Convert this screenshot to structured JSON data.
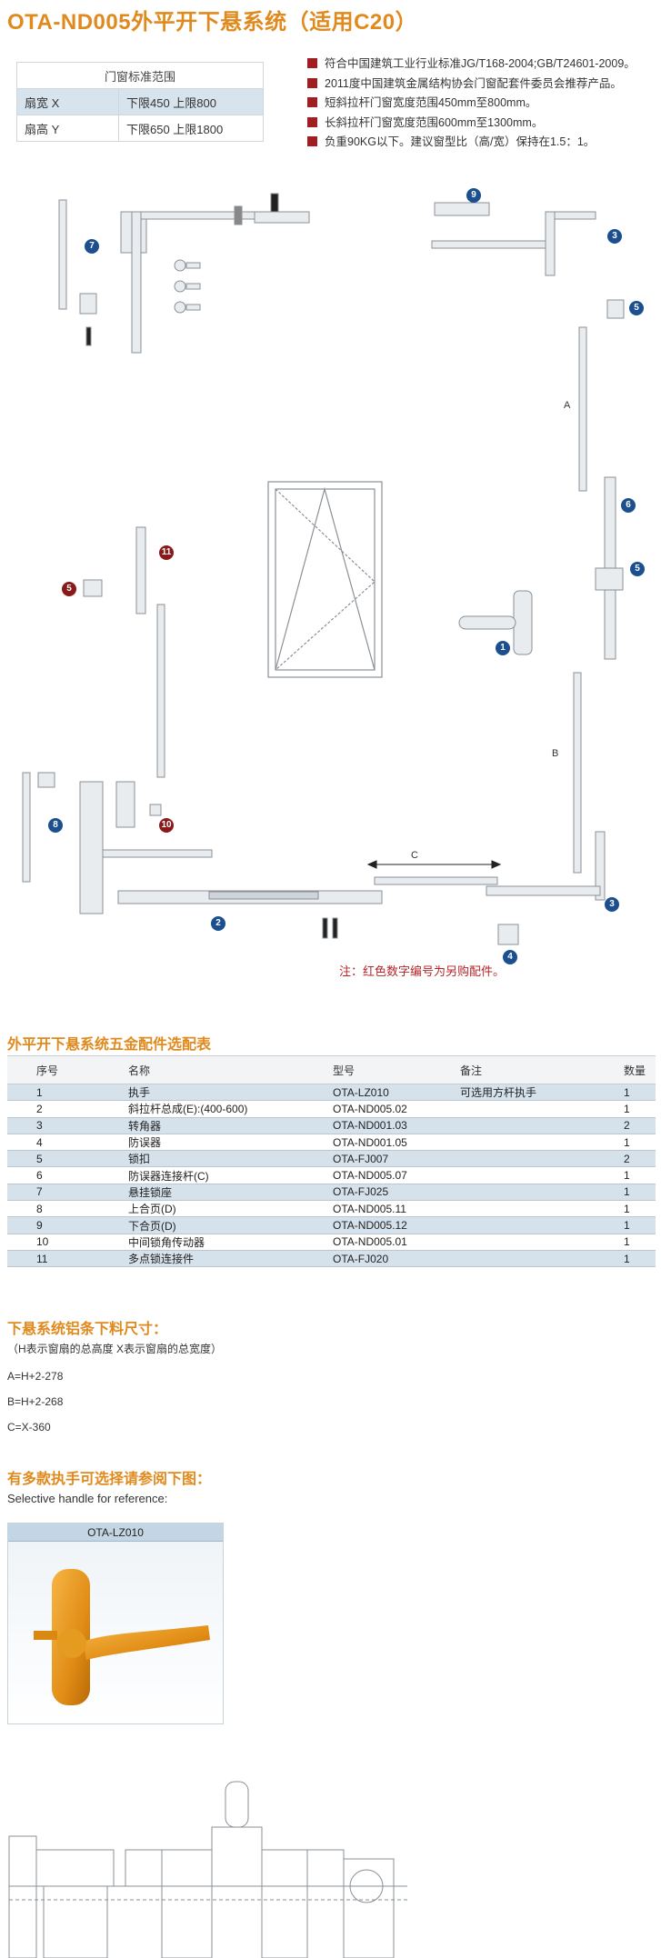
{
  "title": "OTA-ND005外平开下悬系统（适用C20）",
  "range_table": {
    "caption": "门窗标准范围",
    "rows": [
      {
        "label": "扇宽 X",
        "value": "下限450  上限800"
      },
      {
        "label": "扇高 Y",
        "value": "下限650  上限1800"
      }
    ]
  },
  "notes": [
    "符合中国建筑工业行业标准JG/T168-2004;GB/T24601-2009。",
    "2011度中国建筑金属结构协会门窗配套件委员会推荐产品。",
    "短斜拉杆门窗宽度范围450mm至800mm。",
    "长斜拉杆门窗宽度范围600mm至1300mm。",
    "负重90KG以下。建议窗型比（高/宽）保持在1.5：1。"
  ],
  "colors": {
    "accent": "#e08a1e",
    "badge_blue": "#1b4f8f",
    "badge_red": "#8a1a1a",
    "note_red": "#b3262a"
  },
  "diagram": {
    "badges": [
      "1",
      "2",
      "3",
      "3",
      "4",
      "5",
      "5",
      "6",
      "7",
      "8",
      "9",
      "10",
      "11",
      "5"
    ],
    "dim_labels": {
      "a": "A",
      "b": "B",
      "c": "C"
    },
    "note": "注：红色数字编号为另购配件。"
  },
  "parts_section": {
    "title": "外平开下悬系统五金配件选配表",
    "headers": [
      "序号",
      "名称",
      "型号",
      "备注",
      "数量"
    ],
    "rows": [
      [
        "1",
        "执手",
        "OTA-LZ010",
        "可选用方杆执手",
        "1"
      ],
      [
        "2",
        "斜拉杆总成(E):(400-600)",
        "OTA-ND005.02",
        "",
        "1"
      ],
      [
        "3",
        "转角器",
        "OTA-ND001.03",
        "",
        "2"
      ],
      [
        "4",
        "防误器",
        "OTA-ND001.05",
        "",
        "1"
      ],
      [
        "5",
        "锁扣",
        "OTA-FJ007",
        "",
        "2"
      ],
      [
        "6",
        "防误器连接杆(C)",
        "OTA-ND005.07",
        "",
        "1"
      ],
      [
        "7",
        "悬挂锁座",
        "OTA-FJ025",
        "",
        "1"
      ],
      [
        "8",
        "上合页(D)",
        "OTA-ND005.11",
        "",
        "1"
      ],
      [
        "9",
        "下合页(D)",
        "OTA-ND005.12",
        "",
        "1"
      ],
      [
        "10",
        "中间锁角传动器",
        "OTA-ND005.01",
        "",
        "1"
      ],
      [
        "11",
        "多点锁连接件",
        "OTA-FJ020",
        "",
        "1"
      ]
    ]
  },
  "cutting_section": {
    "title": "下悬系统铝条下料尺寸：",
    "subtitle": "（H表示窗扇的总高度  X表示窗扇的总宽度）",
    "formulas": [
      "A=H+2-278",
      "B=H+2-268",
      "C=X-360"
    ]
  },
  "handle_section": {
    "title": "有多款执手可选择请参阅下图：",
    "subtitle": "Selective handle for reference:",
    "card_caption": "OTA-LZ010"
  }
}
